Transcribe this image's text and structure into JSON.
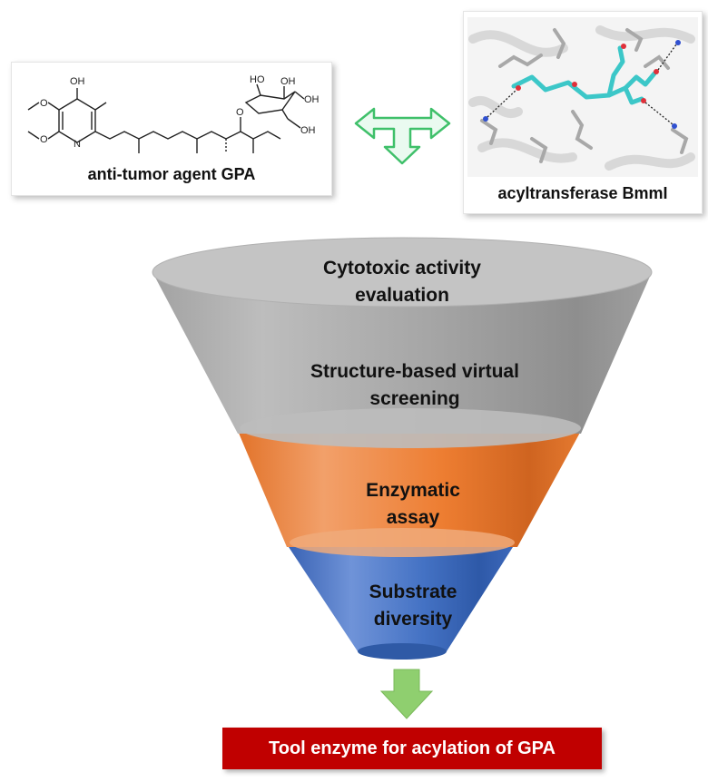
{
  "molecule": {
    "caption": "anti-tumor agent GPA",
    "labels": {
      "oh_top": "OH",
      "n": "N",
      "o_ring": "O",
      "o_sugar": "O",
      "oh1": "HO",
      "oh2": "OH",
      "oh3": "OH",
      "oh4": "OH"
    }
  },
  "protein": {
    "caption": "acyltransferase BmmI"
  },
  "funnel": {
    "stages": [
      {
        "line1": "Cytotoxic activity",
        "line2": "evaluation"
      },
      {
        "line1": "Structure-based virtual",
        "line2": "screening"
      },
      {
        "line1": "Enzymatic",
        "line2": "assay"
      },
      {
        "line1": "Substrate",
        "line2": "diversity"
      }
    ]
  },
  "result": {
    "label": "Tool enzyme for acylation of GPA"
  },
  "colors": {
    "gray": "#9e9e9e",
    "orange": "#ed7d31",
    "blue": "#4472c4",
    "red": "#c00000",
    "arrow_green": "#8fcf6f",
    "double_arrow": "#3fc06a"
  }
}
